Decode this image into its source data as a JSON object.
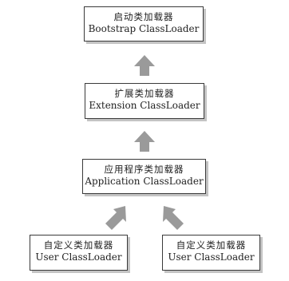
{
  "diagram": {
    "nodes": {
      "bootstrap": {
        "cn": "启动类加载器",
        "en": "Bootstrap ClassLoader"
      },
      "extension": {
        "cn": "扩展类加载器",
        "en": "Extension ClassLoader"
      },
      "application": {
        "cn": "应用程序类加载器",
        "en": "Application ClassLoader"
      },
      "user_left": {
        "cn": "自定义类加载器",
        "en": "User ClassLoader"
      },
      "user_right": {
        "cn": "自定义类加载器",
        "en": "User ClassLoader"
      }
    },
    "edges": [
      {
        "from": "extension",
        "to": "bootstrap"
      },
      {
        "from": "application",
        "to": "extension"
      },
      {
        "from": "user_left",
        "to": "application"
      },
      {
        "from": "user_right",
        "to": "application"
      }
    ],
    "colors": {
      "border": "#3a3a3a",
      "shadow": "#c4c4c4",
      "arrow": "#9a9a9a"
    }
  }
}
